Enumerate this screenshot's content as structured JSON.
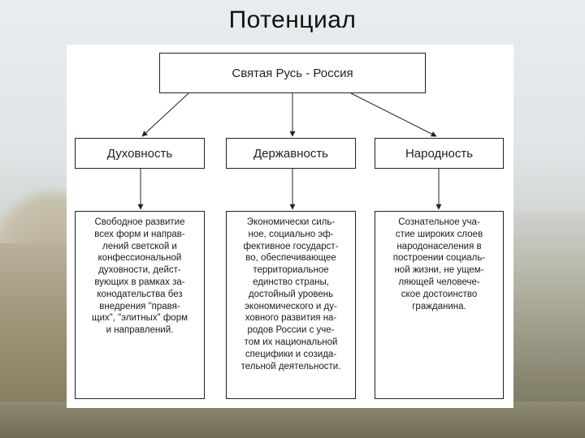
{
  "title": "Потенциал",
  "root": {
    "label": "Святая Русь - Россия"
  },
  "branches": [
    {
      "label": "Духовность",
      "description": "Свободное развитие\nвсех форм и направ-\nлений светской и\nконфессиональной\nдуховности, дейст-\nвующих в рамках за-\nконодательства без\nвнедрения \"правя-\nщих\", \"элитных\" форм\nи направлений."
    },
    {
      "label": "Державность",
      "description": "Экономически силь-\nное, социально эф-\nфективное государст-\nво, обеспечивающее\nтерриториальное\nединство страны,\nдостойный уровень\nэкономического и ду-\nховного развития на-\nродов России с уче-\nтом их национальной\nспецифики и созида-\nтельной деятельности."
    },
    {
      "label": "Народность",
      "description": "Сознательное уча-\nстие широких слоев\nнародонаселения в\nпостроении социаль-\nной жизни, не ущем-\nляющей человече-\nское достоинство\nгражданина."
    }
  ]
}
